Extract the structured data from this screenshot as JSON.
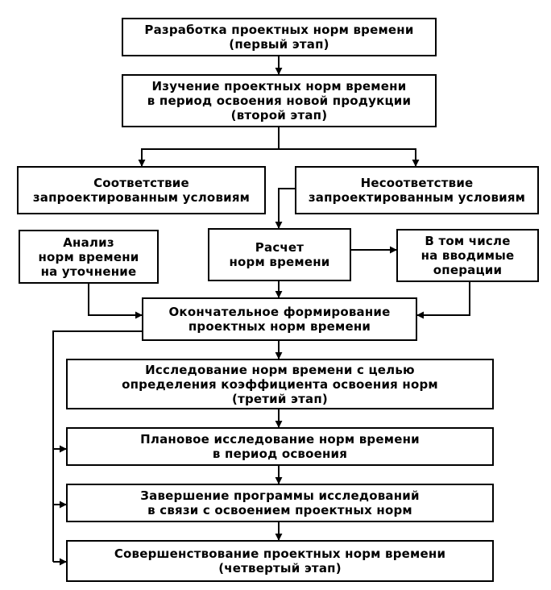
{
  "diagram": {
    "b1": [
      "Разработка проектных норм времени",
      "(первый этап)"
    ],
    "b2": [
      "Изучение проектных норм времени",
      "в период освоения новой продукции",
      "(второй этап)"
    ],
    "b3": [
      "Соответствие",
      "запроектированным условиям"
    ],
    "b4": [
      "Несоответствие",
      "запроектированным условиям"
    ],
    "b5": [
      "Анализ",
      "норм времени",
      "на уточнение"
    ],
    "b6": [
      "Расчет",
      "норм времени"
    ],
    "b7": [
      "В том числе",
      "на вводимые",
      "операции"
    ],
    "b8": [
      "Окончательное формирование",
      "проектных норм времени"
    ],
    "b9": [
      "Исследование норм времени с целью",
      "определения коэффициента освоения норм",
      "(третий этап)"
    ],
    "b10": [
      "Плановое исследование норм времени",
      "в период освоения"
    ],
    "b11": [
      "Завершение программы исследований",
      "в связи с освоением проектных норм"
    ],
    "b12": [
      "Совершенствование проектных норм времени",
      "(четвертый этап)"
    ]
  }
}
